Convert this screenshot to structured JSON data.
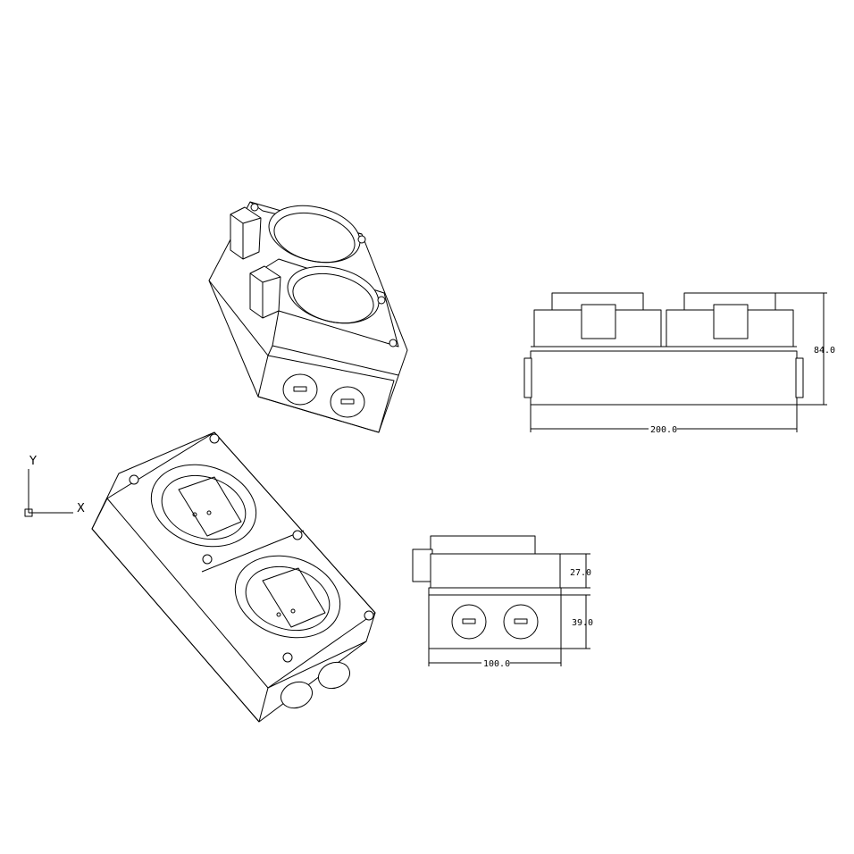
{
  "drawing": {
    "dimensions": {
      "front_width": "200.0",
      "front_height": "84.0",
      "side_width": "100.0",
      "side_upper_height": "27.0",
      "side_lower_height": "39.0"
    },
    "ucs": {
      "y_label": "Y",
      "x_label": "X"
    }
  }
}
